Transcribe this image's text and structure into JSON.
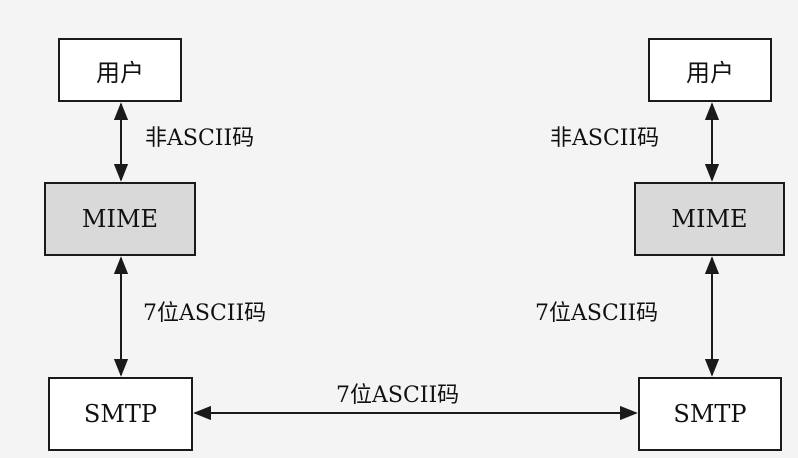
{
  "left": {
    "user": "用户",
    "mime": "MIME",
    "smtp": "SMTP",
    "label_user_mime": "非ASCII码",
    "label_mime_smtp": "7位ASCII码"
  },
  "right": {
    "user": "用户",
    "mime": "MIME",
    "smtp": "SMTP",
    "label_user_mime": "非ASCII码",
    "label_mime_smtp": "7位ASCII码"
  },
  "middle": {
    "label_smtp_smtp": "7位ASCII码"
  },
  "colors": {
    "mime_fill": "#d9d9d9",
    "box_fill": "#ffffff",
    "stroke": "#1a1a1a"
  }
}
